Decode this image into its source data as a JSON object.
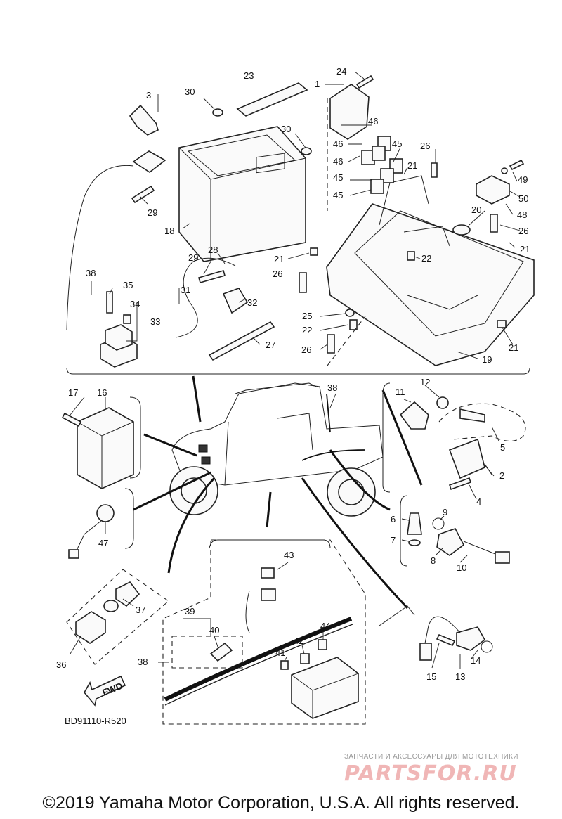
{
  "callouts": [
    {
      "id": "c1",
      "text": "1"
    },
    {
      "id": "c2",
      "text": "2"
    },
    {
      "id": "c3",
      "text": "3"
    },
    {
      "id": "c4",
      "text": "4"
    },
    {
      "id": "c5",
      "text": "5"
    },
    {
      "id": "c6",
      "text": "6"
    },
    {
      "id": "c7",
      "text": "7"
    },
    {
      "id": "c8",
      "text": "8"
    },
    {
      "id": "c9",
      "text": "9"
    },
    {
      "id": "c10",
      "text": "10"
    },
    {
      "id": "c11",
      "text": "11"
    },
    {
      "id": "c12",
      "text": "12"
    },
    {
      "id": "c13",
      "text": "13"
    },
    {
      "id": "c14",
      "text": "14"
    },
    {
      "id": "c15",
      "text": "15"
    },
    {
      "id": "c16",
      "text": "16"
    },
    {
      "id": "c17",
      "text": "17"
    },
    {
      "id": "c18",
      "text": "18"
    },
    {
      "id": "c19",
      "text": "19"
    },
    {
      "id": "c20",
      "text": "20"
    },
    {
      "id": "c21a",
      "text": "21"
    },
    {
      "id": "c21b",
      "text": "21"
    },
    {
      "id": "c21c",
      "text": "21"
    },
    {
      "id": "c21d",
      "text": "21"
    },
    {
      "id": "c21e",
      "text": "21"
    },
    {
      "id": "c22a",
      "text": "22"
    },
    {
      "id": "c22b",
      "text": "22"
    },
    {
      "id": "c23",
      "text": "23"
    },
    {
      "id": "c24",
      "text": "24"
    },
    {
      "id": "c25",
      "text": "25"
    },
    {
      "id": "c26a",
      "text": "26"
    },
    {
      "id": "c26b",
      "text": "26"
    },
    {
      "id": "c26c",
      "text": "26"
    },
    {
      "id": "c26d",
      "text": "26"
    },
    {
      "id": "c27",
      "text": "27"
    },
    {
      "id": "c28",
      "text": "28"
    },
    {
      "id": "c29a",
      "text": "29"
    },
    {
      "id": "c29b",
      "text": "29"
    },
    {
      "id": "c30a",
      "text": "30"
    },
    {
      "id": "c30b",
      "text": "30"
    },
    {
      "id": "c31",
      "text": "31"
    },
    {
      "id": "c32",
      "text": "32"
    },
    {
      "id": "c33",
      "text": "33"
    },
    {
      "id": "c34",
      "text": "34"
    },
    {
      "id": "c35",
      "text": "35"
    },
    {
      "id": "c36",
      "text": "36"
    },
    {
      "id": "c37",
      "text": "37"
    },
    {
      "id": "c38a",
      "text": "38"
    },
    {
      "id": "c38b",
      "text": "38"
    },
    {
      "id": "c38c",
      "text": "38"
    },
    {
      "id": "c39",
      "text": "39"
    },
    {
      "id": "c40",
      "text": "40"
    },
    {
      "id": "c41",
      "text": "41"
    },
    {
      "id": "c42",
      "text": "42"
    },
    {
      "id": "c43",
      "text": "43"
    },
    {
      "id": "c44",
      "text": "44"
    },
    {
      "id": "c45a",
      "text": "45"
    },
    {
      "id": "c45b",
      "text": "45"
    },
    {
      "id": "c45c",
      "text": "45"
    },
    {
      "id": "c46a",
      "text": "46"
    },
    {
      "id": "c46b",
      "text": "46"
    },
    {
      "id": "c46c",
      "text": "46"
    },
    {
      "id": "c47",
      "text": "47"
    },
    {
      "id": "c48",
      "text": "48"
    },
    {
      "id": "c49",
      "text": "49"
    },
    {
      "id": "c50",
      "text": "50"
    }
  ],
  "fwd_label": "FWD",
  "diagram_code": "BD91110-R520",
  "watermark": {
    "tagline": "ЗАПЧАСТИ И АКСЕССУАРЫ ДЛЯ МОТОТЕХНИКИ",
    "logo": "PARTSFOR.RU"
  },
  "copyright": "©2019 Yamaha Motor Corporation, U.S.A. All rights reserved."
}
